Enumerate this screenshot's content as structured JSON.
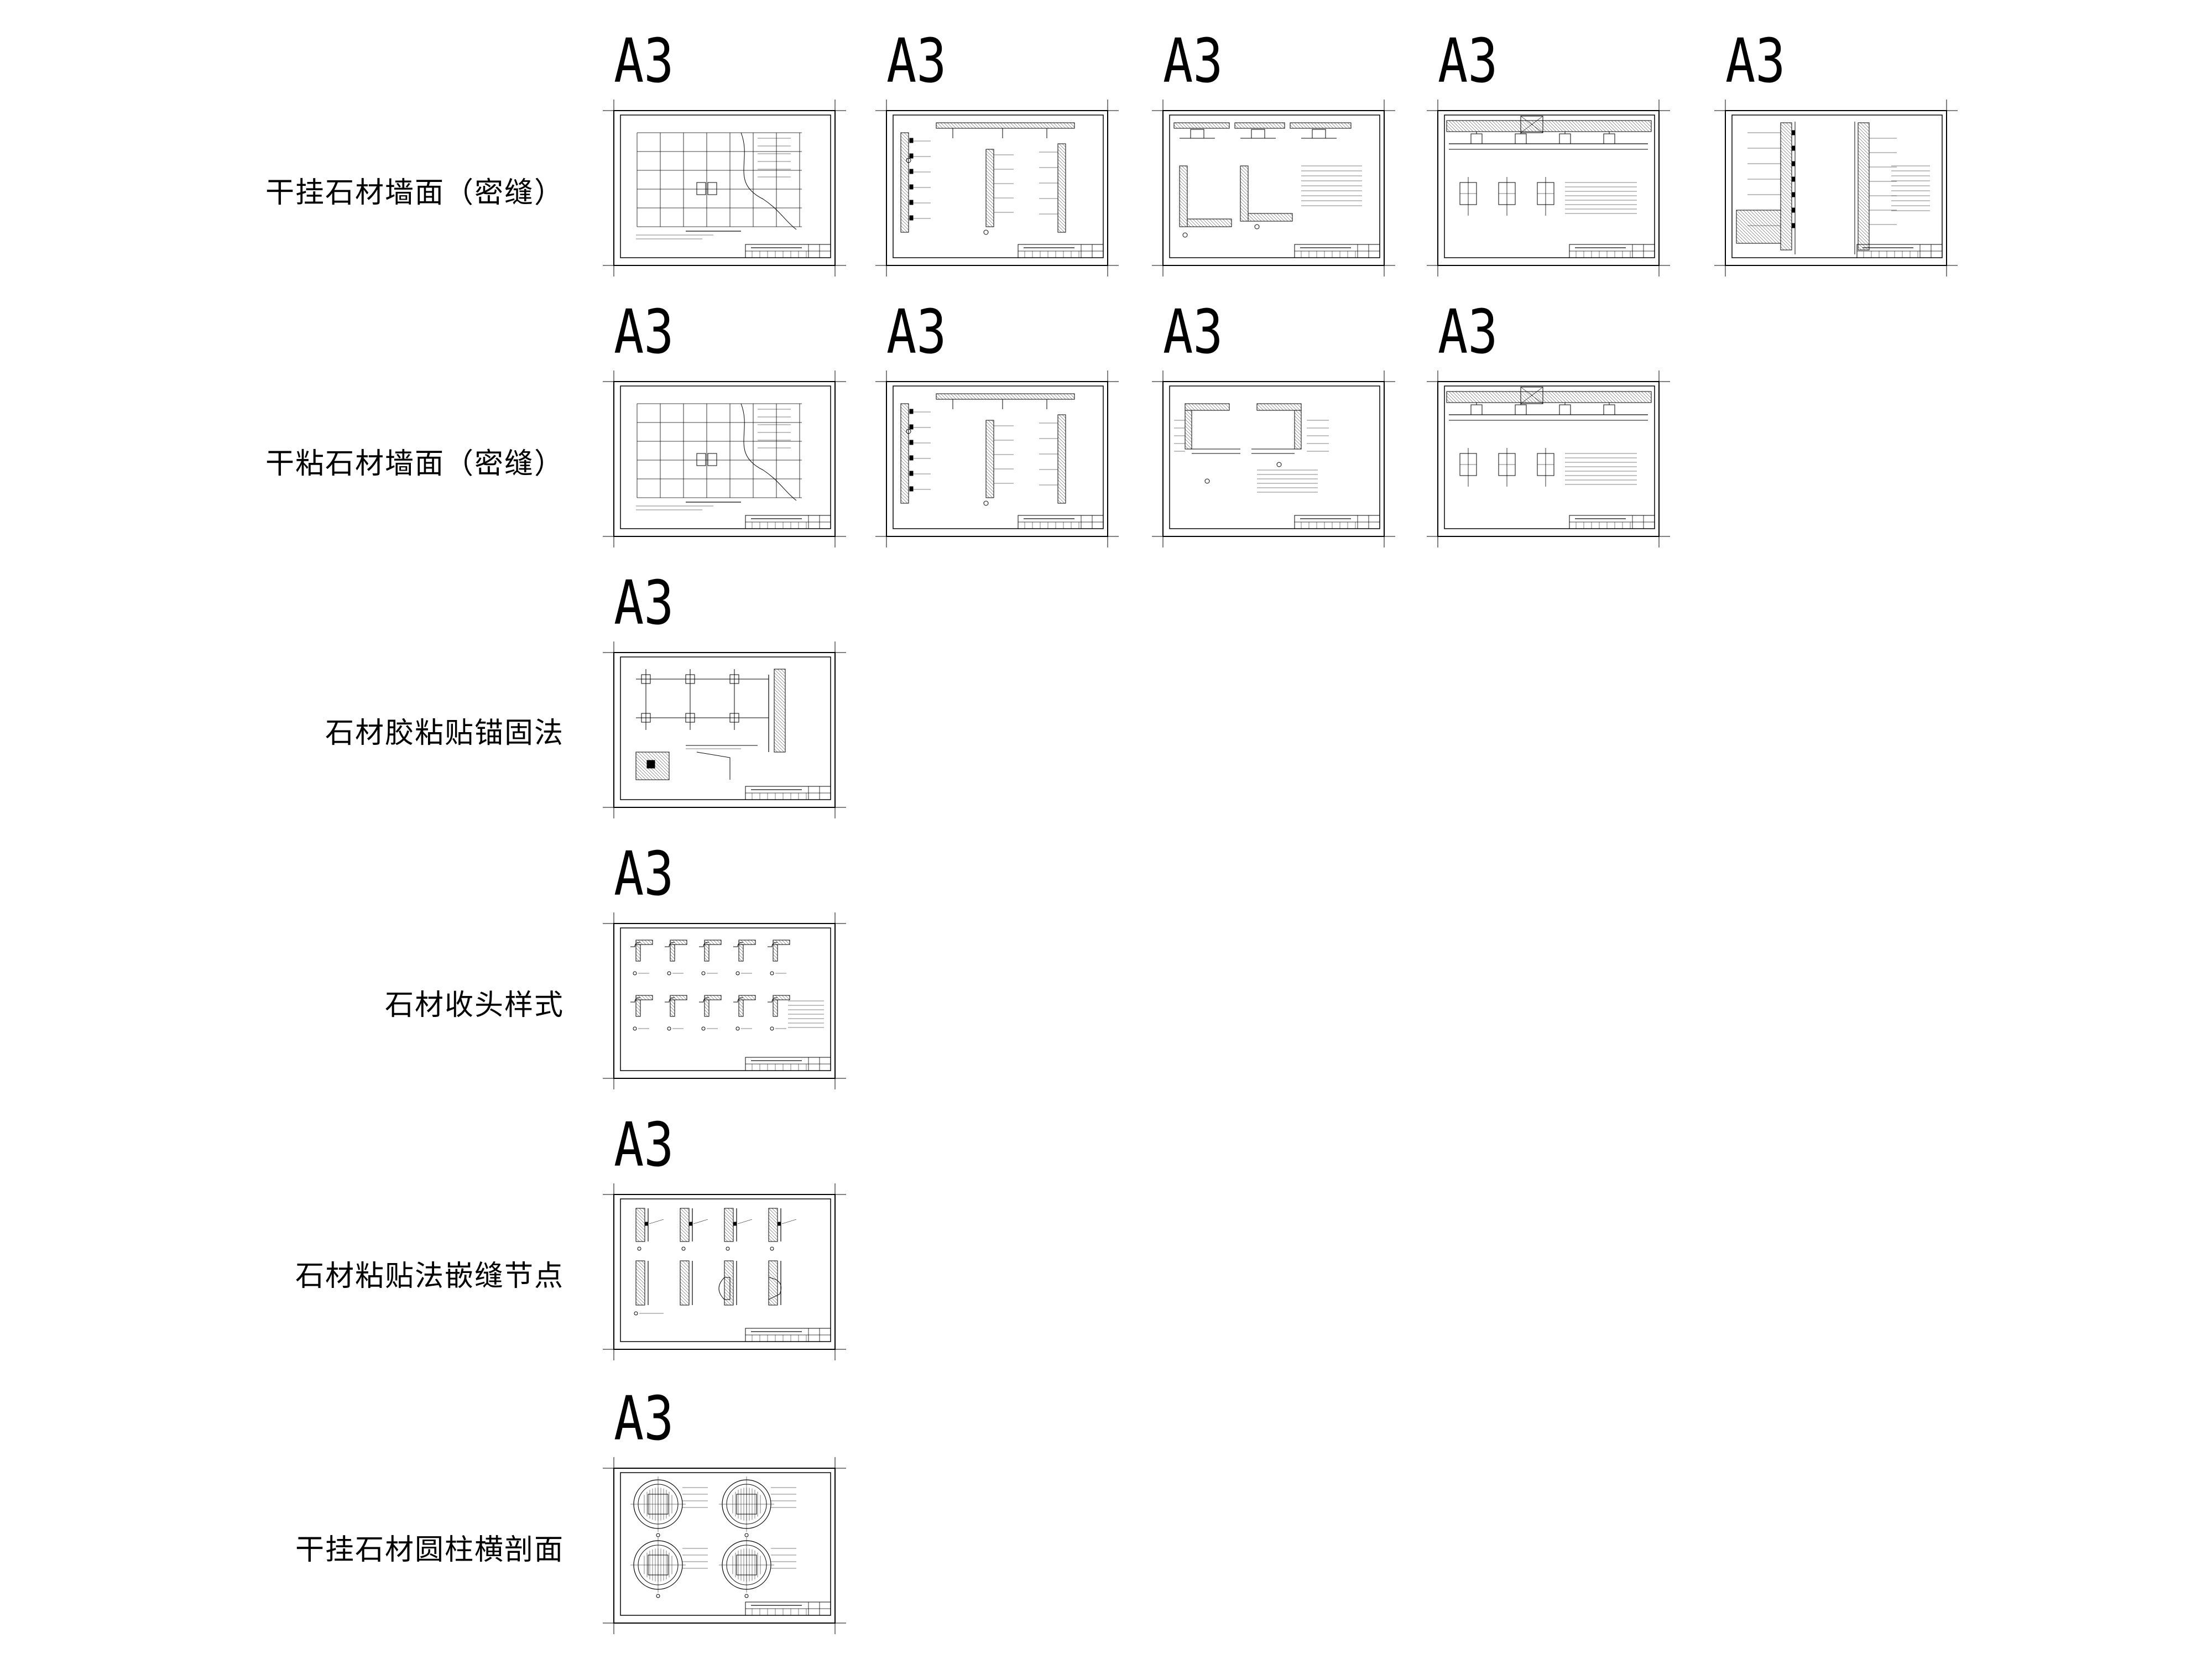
{
  "sheet_size_label": "A3",
  "rows": [
    {
      "label": "干挂石材墙面（密缝）",
      "sheets": 5
    },
    {
      "label": "干粘石材墙面（密缝）",
      "sheets": 4
    },
    {
      "label": "石材胶粘贴锚固法",
      "sheets": 1
    },
    {
      "label": "石材收头样式",
      "sheets": 1
    },
    {
      "label": "石材粘贴法嵌缝节点",
      "sheets": 1
    },
    {
      "label": "干挂石材圆柱横剖面",
      "sheets": 1
    }
  ],
  "colors": {
    "line": "#000000",
    "background": "#ffffff",
    "hatch": "#555555"
  }
}
